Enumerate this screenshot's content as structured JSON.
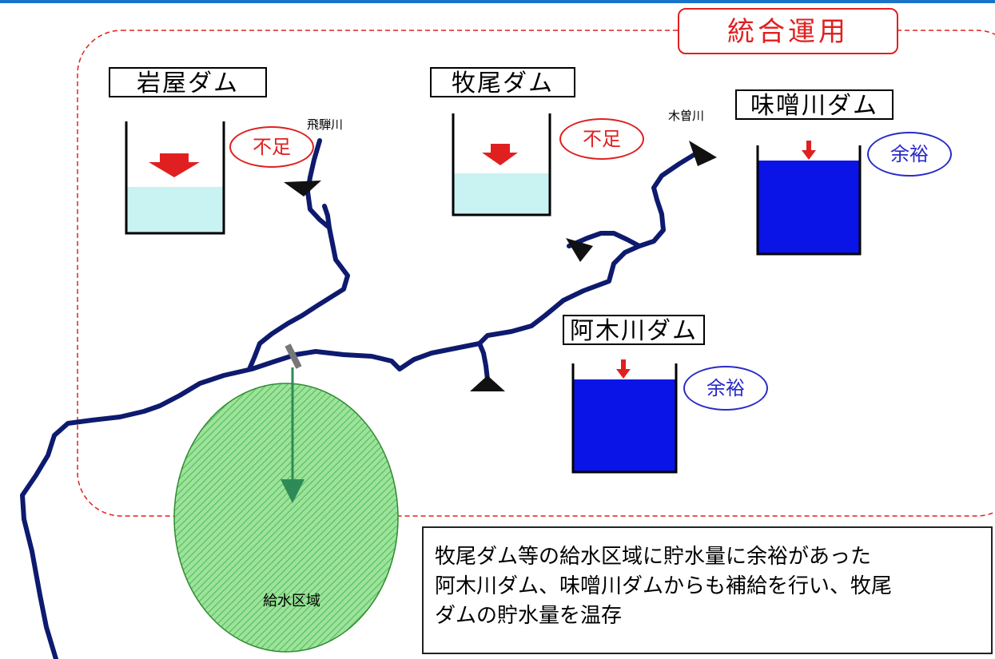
{
  "title": "統合運用",
  "dams": {
    "iwaya": {
      "name": "岩屋ダム",
      "status": "不足"
    },
    "makio": {
      "name": "牧尾ダム",
      "status": "不足"
    },
    "misogawa": {
      "name": "味噌川ダム",
      "status": "余裕"
    },
    "agigawa": {
      "name": "阿木川ダム",
      "status": "余裕"
    }
  },
  "rivers": {
    "hida": "飛騨川",
    "kiso": "木曽川"
  },
  "supply_area": "給水区域",
  "note": {
    "line1": "牧尾ダム等の給水区域に貯水量に余裕があった",
    "line2": "阿木川ダム、味噌川ダムからも補給を行い、牧尾",
    "line3": "ダムの貯水量を温存"
  },
  "colors": {
    "river": "#0d1a6e",
    "shortage": "#e02020",
    "surplus": "#2a2ac8",
    "low_water": "#c9f2f2",
    "full_water": "#0a14e6",
    "supply_area": "#79d879"
  }
}
